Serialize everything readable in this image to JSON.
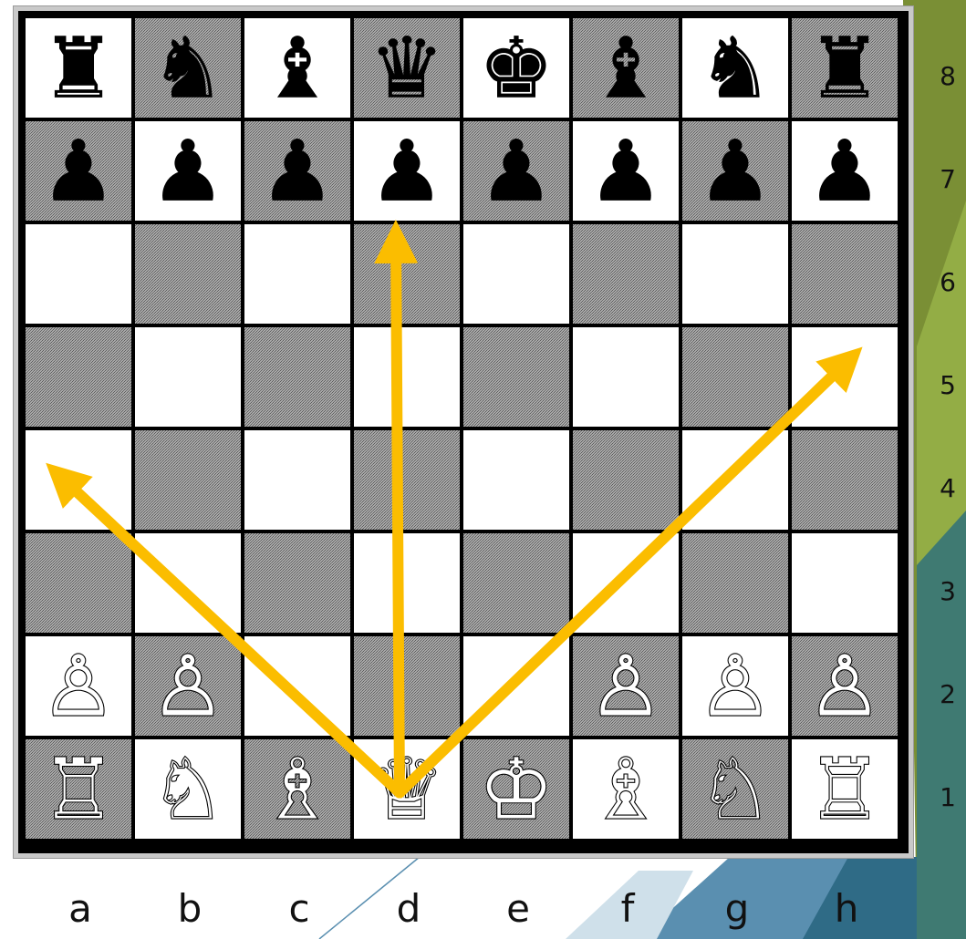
{
  "colors": {
    "light_square": "#ffffff",
    "dark_square": "#8e8e8e",
    "border": "#000000",
    "arrow": "#fbbd00",
    "bg_green": "#7a8f35",
    "bg_teal": "#3f7a72",
    "bg_blue": "#5a8fb0"
  },
  "files": [
    "a",
    "b",
    "c",
    "d",
    "e",
    "f",
    "g",
    "h"
  ],
  "ranks": [
    "8",
    "7",
    "6",
    "5",
    "4",
    "3",
    "2",
    "1"
  ],
  "position": [
    [
      "r",
      "n",
      "b",
      "q",
      "k",
      "b",
      "n",
      "r"
    ],
    [
      "p",
      "p",
      "p",
      "p",
      "p",
      "p",
      "p",
      "p"
    ],
    [
      "",
      "",
      "",
      "",
      "",
      "",
      "",
      ""
    ],
    [
      "",
      "",
      "",
      "",
      "",
      "",
      "",
      ""
    ],
    [
      "",
      "",
      "",
      "",
      "",
      "",
      "",
      ""
    ],
    [
      "",
      "",
      "",
      "",
      "",
      "",
      "",
      ""
    ],
    [
      "P",
      "P",
      "",
      "",
      "",
      "P",
      "P",
      "P"
    ],
    [
      "R",
      "N",
      "B",
      "Q",
      "K",
      "B",
      "N",
      "R"
    ]
  ],
  "piece_glyphs": {
    "K": "♔",
    "Q": "♕",
    "R": "♖",
    "B": "♗",
    "N": "♘",
    "P": "♙",
    "k": "♚",
    "q": "♛",
    "r": "♜",
    "b": "♝",
    "n": "♞",
    "p": "♟"
  },
  "arrows": [
    {
      "from": "d1",
      "to": "d6"
    },
    {
      "from": "d1",
      "to": "a4"
    },
    {
      "from": "d1",
      "to": "h5"
    }
  ]
}
